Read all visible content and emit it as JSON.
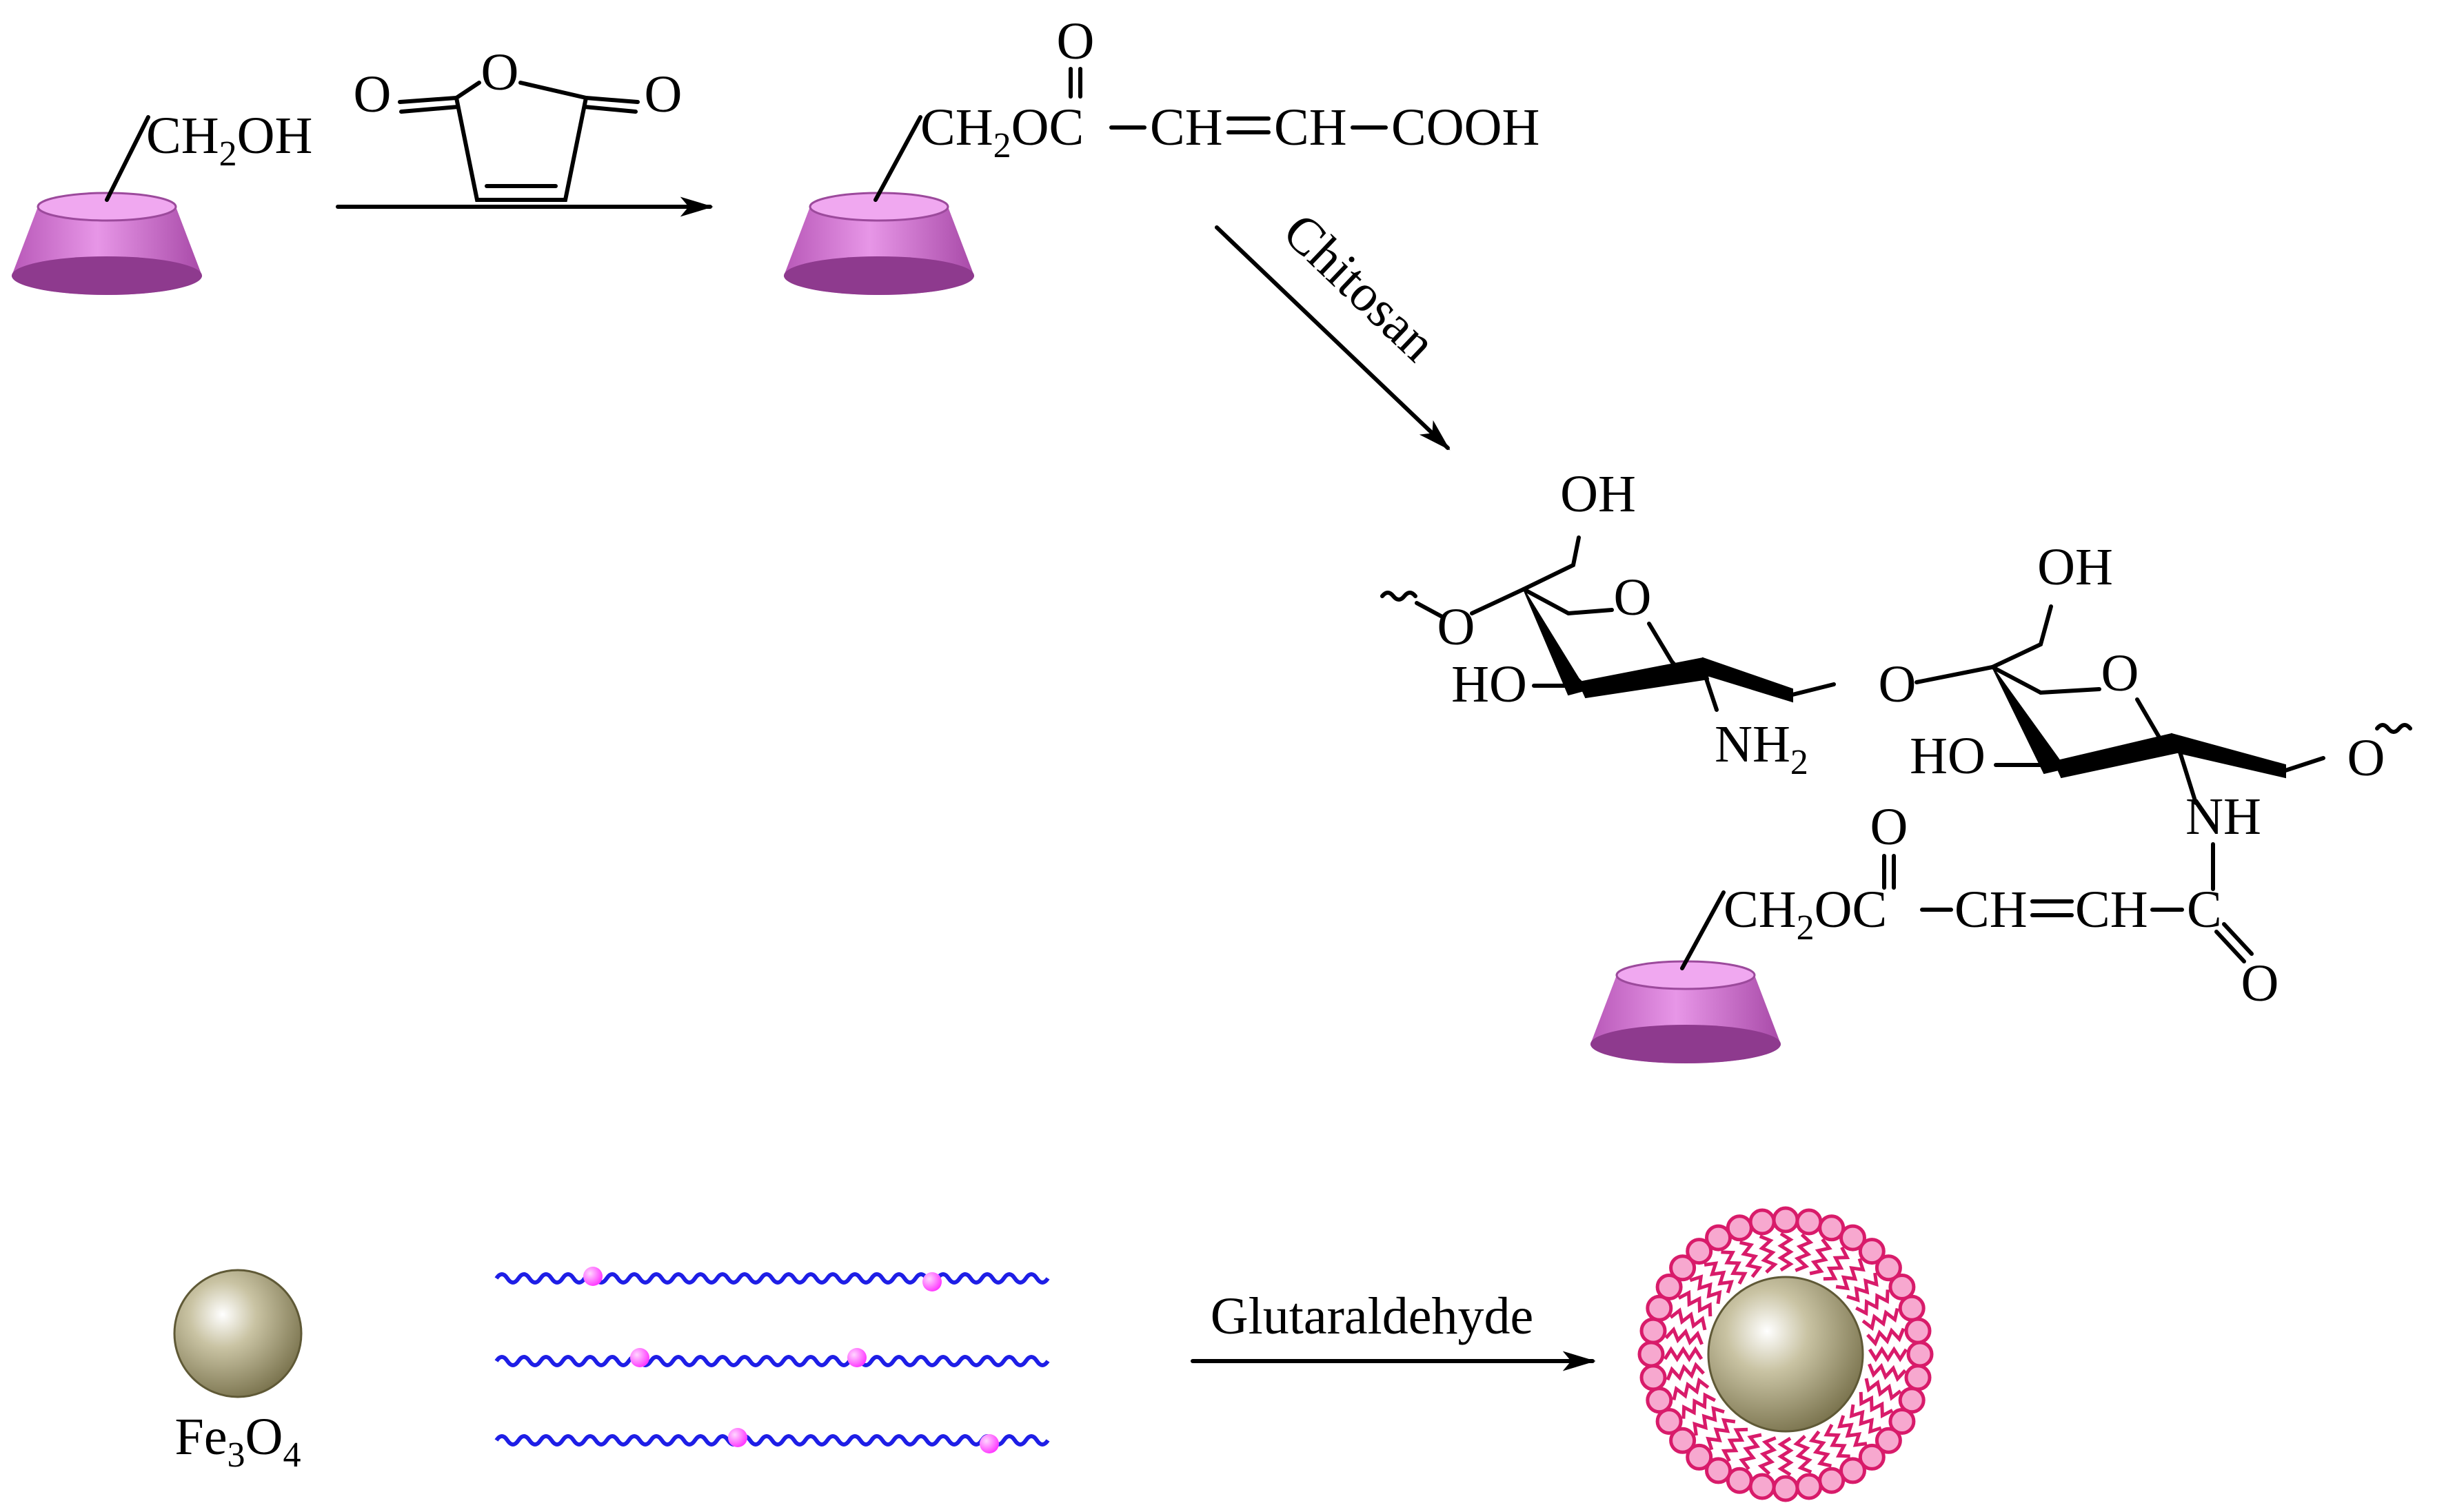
{
  "colors": {
    "cyclodextrin": "#d46ed4",
    "cyclodextrin_dark": "#9a3c9a",
    "fe3o4": "#8b845b",
    "chain": "#1e1ee6",
    "bead": "#ff33ff",
    "shell": "#d81b6a"
  },
  "step1": {
    "reactant_group": "CH",
    "reactant_group_sub": "2",
    "reactant_group_end": "OH",
    "reagent_carbonyl_left": "O",
    "reagent_ring_oxygen": "O",
    "reagent_carbonyl_right": "O"
  },
  "intermediate": {
    "group_a": "CH",
    "group_a_sub": "2",
    "group_a_end": "OC",
    "carbonyl_o": "O",
    "rest": "CH",
    "rest_eq": "CH",
    "rest_end": "COOH"
  },
  "step2": {
    "reagent_label": "Chitosan"
  },
  "product": {
    "oh_top_left": "OH",
    "oh_top_right": "OH",
    "ring_o_left": "O",
    "ring_o_right": "O",
    "glycosidic_o": "O",
    "o_left_end": "O",
    "o_right_end": "O",
    "ho_left": "HO",
    "ho_right": "HO",
    "nh2": "NH",
    "nh2_sub": "2",
    "nh": "NH",
    "amide_o": "O",
    "ester_o": "O",
    "linker_a": "CH",
    "linker_a_sub": "2",
    "linker_a_end": "OC",
    "linker_mid": "CH",
    "linker_mid2": "CH",
    "linker_c": "C"
  },
  "bottom": {
    "fe3o4_label": "Fe",
    "fe3o4_sub1": "3",
    "fe3o4_mid": "O",
    "fe3o4_sub2": "4",
    "crosslinker_label": "Glutaraldehyde"
  }
}
